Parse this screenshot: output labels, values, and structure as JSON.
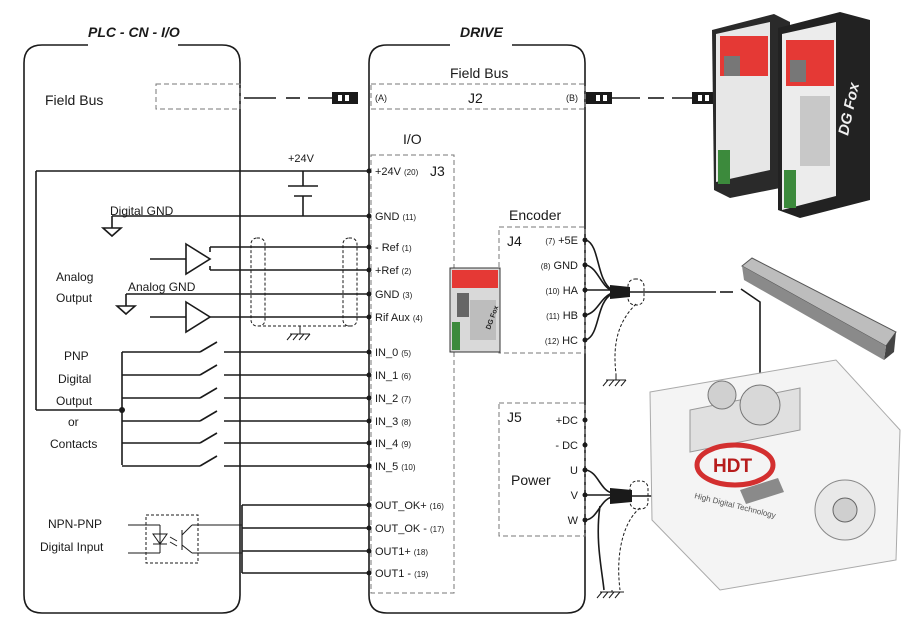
{
  "plc": {
    "title": "PLC - CN - I/O",
    "field_bus": "Field Bus",
    "plus24v": "+24V",
    "digital_gnd": "Digital GND",
    "analog_output": [
      "Analog",
      "Output"
    ],
    "analog_gnd": "Analog GND",
    "pnp_group": [
      "PNP",
      "Digital",
      "Output",
      "or",
      "Contacts"
    ],
    "npn_pnp": [
      "NPN-PNP",
      "Digital Input"
    ]
  },
  "drive": {
    "title": "DRIVE",
    "field_bus": "Field Bus",
    "j2": "J2",
    "conn_a": "(A)",
    "conn_b": "(B)",
    "io": "I/O",
    "j3": "J3",
    "j3_pins": [
      {
        "name": "+24V",
        "num": "(20)"
      },
      {
        "name": "GND",
        "num": "(11)"
      },
      {
        "name": "- Ref",
        "num": "(1)"
      },
      {
        "name": "+Ref",
        "num": "(2)"
      },
      {
        "name": "GND",
        "num": "(3)"
      },
      {
        "name": "Rif Aux",
        "num": "(4)"
      },
      {
        "name": "IN_0",
        "num": "(5)"
      },
      {
        "name": "IN_1",
        "num": "(6)"
      },
      {
        "name": "IN_2",
        "num": "(7)"
      },
      {
        "name": "IN_3",
        "num": "(8)"
      },
      {
        "name": "IN_4",
        "num": "(9)"
      },
      {
        "name": "IN_5",
        "num": "(10)"
      },
      {
        "name": "OUT_OK+",
        "num": "(16)"
      },
      {
        "name": "OUT_OK -",
        "num": "(17)"
      },
      {
        "name": "OUT1+",
        "num": "(18)"
      },
      {
        "name": "OUT1 -",
        "num": "(19)"
      }
    ],
    "encoder": "Encoder",
    "j4": "J4",
    "j4_pins": [
      {
        "num": "(7)",
        "name": "+5E"
      },
      {
        "num": "(8)",
        "name": "GND"
      },
      {
        "num": "(10)",
        "name": "HA"
      },
      {
        "num": "(11)",
        "name": "HB"
      },
      {
        "num": "(12)",
        "name": "HC"
      }
    ],
    "j5": "J5",
    "power": "Power",
    "j5_pins": [
      "+DC",
      "- DC",
      "U",
      "V",
      "W"
    ]
  },
  "products": {
    "drive_brand": "DG Fox",
    "motor_logo": "HDT",
    "motor_tagline": "High Digital Technology"
  }
}
